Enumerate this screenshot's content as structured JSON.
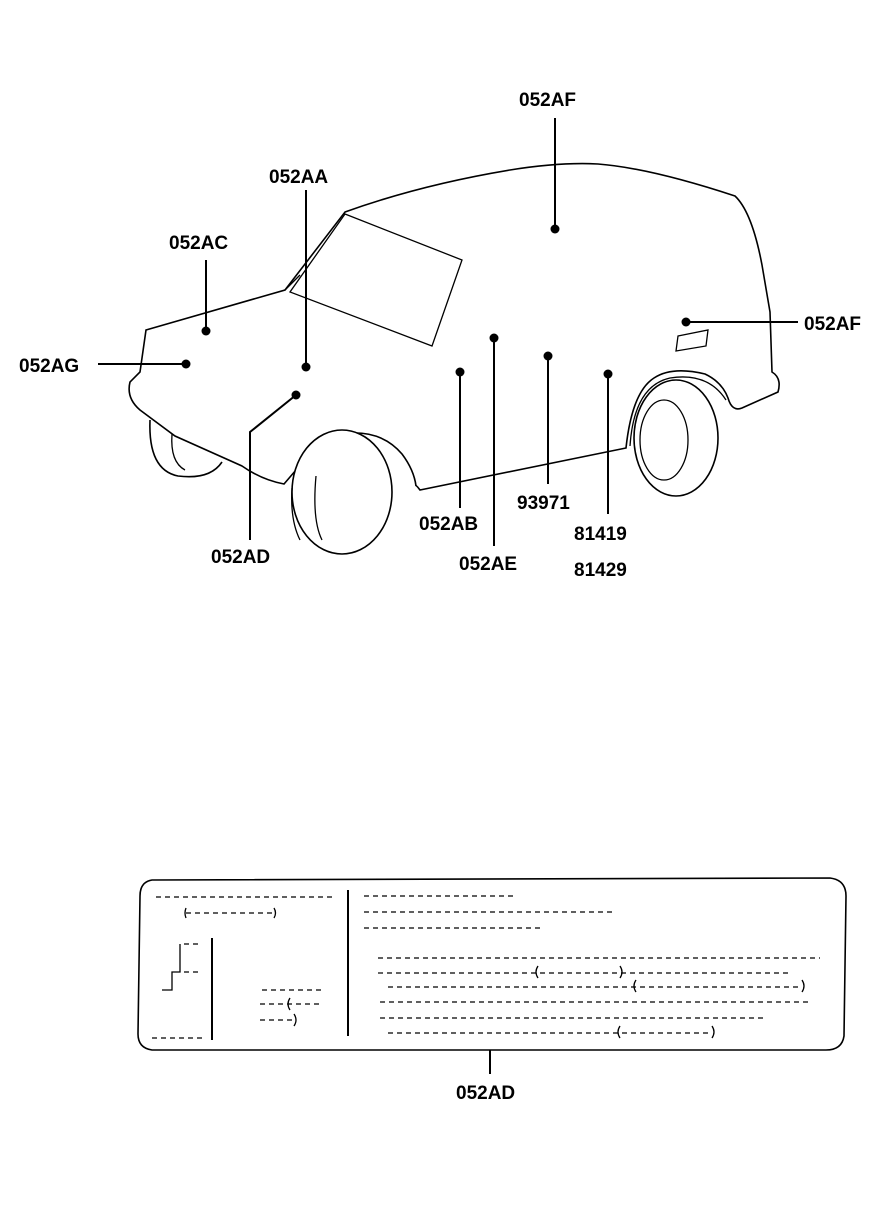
{
  "callouts": {
    "roof": "052AF",
    "rear_side": "052AF",
    "windshield": "052AA",
    "hood": "052AC",
    "front": "052AG",
    "fender": "052AD",
    "door_front": "052AB",
    "door_mid": "052AE",
    "door_rear": "93971",
    "quarter_1": "81419",
    "quarter_2": "81429",
    "label_plate": "052AD"
  }
}
